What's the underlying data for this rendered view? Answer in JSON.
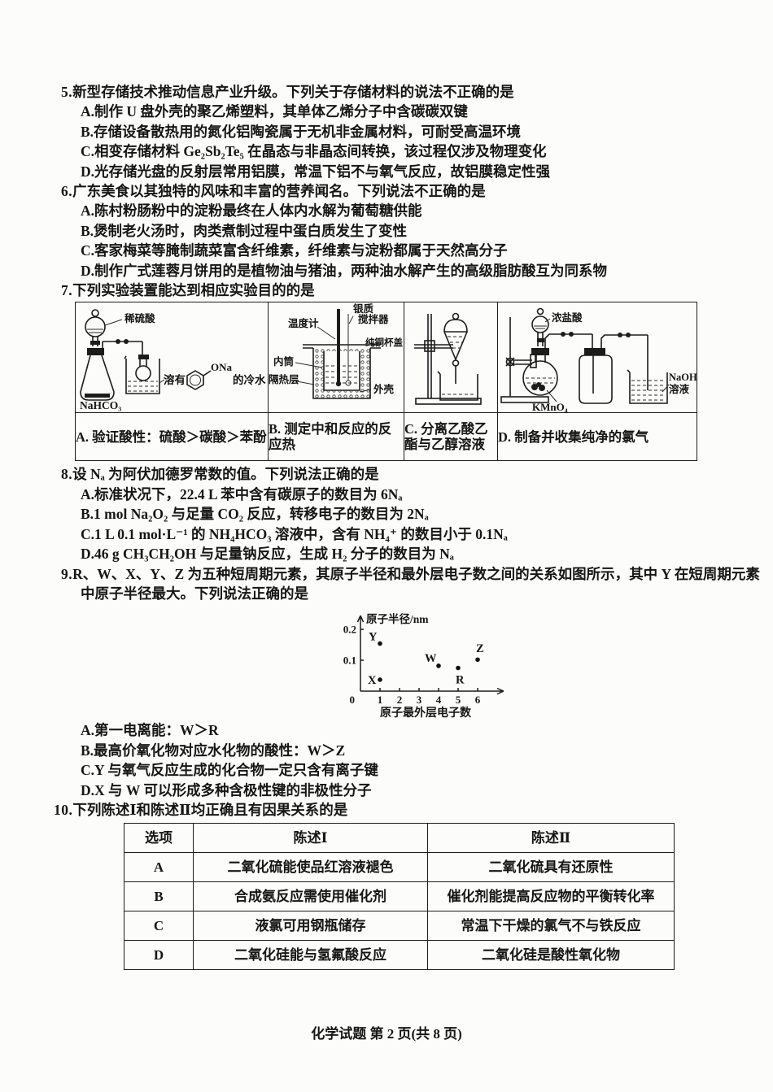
{
  "footer": {
    "text": "化学试题 第 2 页(共 8 页)"
  },
  "q5": {
    "no": "5.",
    "stem": "新型存储技术推动信息产业升级。下列关于存储材料的说法不正确的是",
    "options": [
      "A.制作 U 盘外壳的聚乙烯塑料，其单体乙烯分子中含碳碳双键",
      "B.存储设备散热用的氮化铝陶瓷属于无机非金属材料，可耐受高温环境",
      "C.相变存储材料 Ge₂Sb₂Te₅ 在晶态与非晶态间转换，该过程仅涉及物理变化",
      "D.光存储光盘的反射层常用铝膜，常温下铝不与氧气反应，故铝膜稳定性强"
    ]
  },
  "q6": {
    "no": "6.",
    "stem": "广东美食以其独特的风味和丰富的营养闻名。下列说法不正确的是",
    "options": [
      "A.陈村粉肠粉中的淀粉最终在人体内水解为葡萄糖供能",
      "B.煲制老火汤时，肉类煮制过程中蛋白质发生了变性",
      "C.客家梅菜等腌制蔬菜富含纤维素，纤维素与淀粉都属于天然高分子",
      "D.制作广式莲蓉月饼用的是植物油与猪油，两种油水解产生的高级脂肪酸互为同系物"
    ]
  },
  "q7": {
    "no": "7.",
    "stem": "下列实验装置能达到相应实验目的的是",
    "cells": {
      "a": {
        "caption": "A. 验证酸性：硫酸＞碳酸＞苯酚",
        "labels": {
          "acid": "稀硫酸",
          "solid": "NaHCO₃",
          "dissolved": "溶有",
          "ona": "ONa",
          "coldwater": "的冷水"
        }
      },
      "b": {
        "caption": "B. 测定中和反应的反应热",
        "labels": {
          "thermometer": "温度计",
          "silver": "银质",
          "stirrer": "搅拌器",
          "lid": "纯铜杯盖",
          "inner": "内筒",
          "insulation": "隔热层",
          "shell": "外壳"
        }
      },
      "c": {
        "caption": "C. 分离乙酸乙酯与乙醇溶液"
      },
      "d": {
        "caption": "D. 制备并收集纯净的氯气",
        "labels": {
          "acid": "浓盐酸",
          "kmno4": "KMnO₄",
          "naoh": "NaOH",
          "solution": "溶液"
        }
      }
    }
  },
  "q8": {
    "no": "8.",
    "stem": "设 Nₐ 为阿伏加德罗常数的值。下列说法正确的是",
    "options": [
      "A.标准状况下，22.4 L 苯中含有碳原子的数目为 6Nₐ",
      "B.1 mol Na₂O₂ 与足量 CO₂ 反应，转移电子的数目为 2Nₐ",
      "C.1 L 0.1 mol·L⁻¹ 的 NH₄HCO₃ 溶液中，含有 NH₄⁺ 的数目小于 0.1Nₐ",
      "D.46 g CH₃CH₂OH 与足量钠反应，生成 H₂ 分子的数目为 Nₐ"
    ]
  },
  "q9": {
    "no": "9.",
    "stem": "R、W、X、Y、Z 为五种短周期元素，其原子半径和最外层电子数之间的关系如图所示，其中 Y 在短周期元素中原子半径最大。下列说法正确的是",
    "options": [
      "A.第一电离能：W＞R",
      "B.最高价氧化物对应水化物的酸性：W＞Z",
      "C.Y 与氧气反应生成的化合物一定只含有离子键",
      "D.X 与 W 可以形成多种含极性键的非极性分子"
    ]
  },
  "chart_data": {
    "type": "scatter",
    "title": "",
    "xlabel": "原子最外层电子数",
    "ylabel": "原子半径/nm",
    "xlim": [
      0,
      7
    ],
    "ylim": [
      0,
      0.24
    ],
    "xticks": [
      1,
      2,
      3,
      4,
      5,
      6
    ],
    "yticks": [
      0.1,
      0.2
    ],
    "origin_label": "0",
    "grid": false,
    "legend": false,
    "points": [
      {
        "label": "X",
        "x": 1,
        "y": 0.037,
        "dx": -15,
        "dy": 5
      },
      {
        "label": "Y",
        "x": 1,
        "y": 0.154,
        "dx": -14,
        "dy": -4
      },
      {
        "label": "W",
        "x": 4,
        "y": 0.082,
        "dx": -17,
        "dy": -5
      },
      {
        "label": "R",
        "x": 5,
        "y": 0.075,
        "dx": -3,
        "dy": 19
      },
      {
        "label": "Z",
        "x": 6,
        "y": 0.102,
        "dx": -2,
        "dy": -9
      }
    ]
  },
  "q10": {
    "no": "10.",
    "stem": "下列陈述Ⅰ和陈述Ⅱ均正确且有因果关系的是",
    "table": {
      "headers": [
        "选项",
        "陈述Ⅰ",
        "陈述Ⅱ"
      ],
      "rows": [
        [
          "A",
          "二氧化硫能使品红溶液褪色",
          "二氧化硫具有还原性"
        ],
        [
          "B",
          "合成氨反应需使用催化剂",
          "催化剂能提高反应物的平衡转化率"
        ],
        [
          "C",
          "液氯可用钢瓶储存",
          "常温下干燥的氯气不与铁反应"
        ],
        [
          "D",
          "二氧化硅能与氢氟酸反应",
          "二氧化硅是酸性氧化物"
        ]
      ]
    }
  }
}
